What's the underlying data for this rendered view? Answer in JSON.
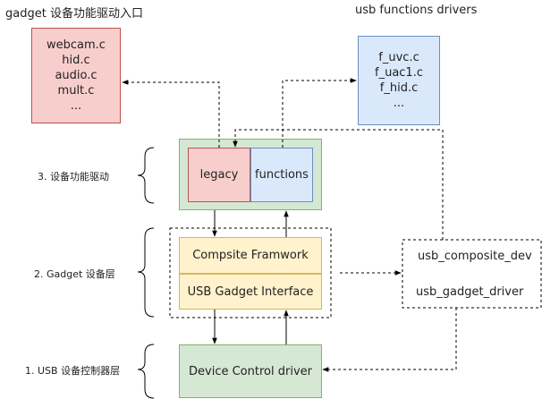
{
  "titles": {
    "gadget_entry": "gadget 设备功能驱动入口",
    "usb_functions": "usb functions drivers"
  },
  "entry_box": {
    "lines": [
      "webcam.c",
      "hid.c",
      "audio.c",
      "mult.c",
      "..."
    ]
  },
  "functions_box": {
    "lines": [
      "f_uvc.c",
      "f_uac1.c",
      "f_hid.c",
      "..."
    ]
  },
  "layers": {
    "layer3": "3. 设备功能驱动",
    "layer2": "2. Gadget 设备层",
    "layer1": "1. USB 设备控制器层"
  },
  "blocks": {
    "legacy": "legacy",
    "functions": "functions",
    "composite": "Compsite Framwork",
    "gadget_interface": "USB Gadget Interface",
    "device_control": "Device Control driver",
    "composite_dev": "usb_composite_dev",
    "gadget_driver": "usb_gadget_driver"
  },
  "colors": {
    "red_fill": "#f8cecc",
    "red_stroke": "#b85450",
    "blue_fill": "#dae8fc",
    "blue_stroke": "#6c8ebf",
    "green_fill": "#d5e8d4",
    "green_stroke": "#82b366",
    "yellow_fill": "#fff2cc",
    "yellow_stroke": "#d6b656"
  }
}
